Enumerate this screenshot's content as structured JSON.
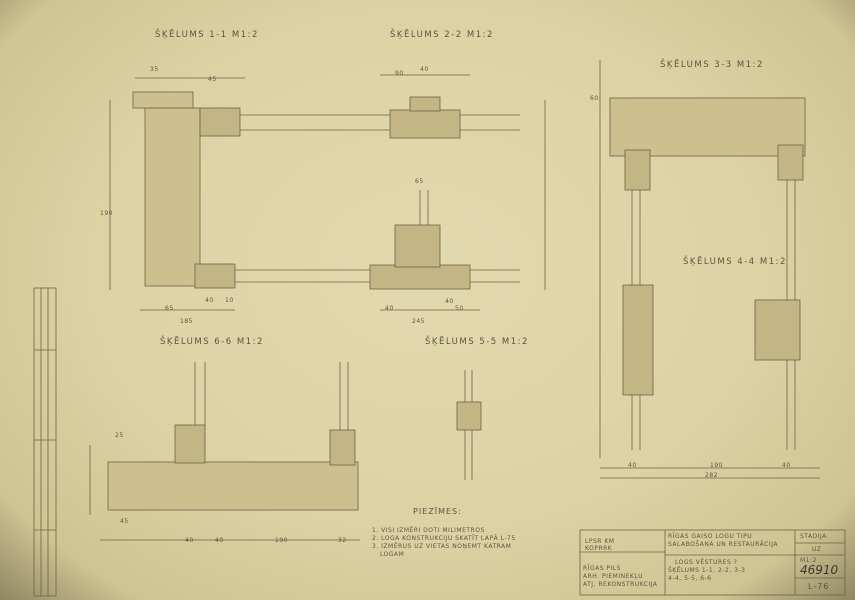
{
  "sections": [
    {
      "id": "1-1",
      "label": "ŠĶĒLUMS 1-1 M1:2"
    },
    {
      "id": "2-2",
      "label": "ŠĶĒLUMS 2-2 M1:2"
    },
    {
      "id": "3-3",
      "label": "ŠĶĒLUMS 3-3 M1:2"
    },
    {
      "id": "4-4",
      "label": "ŠĶĒLUMS 4-4 M1:2"
    },
    {
      "id": "5-5",
      "label": "ŠĶĒLUMS 5-5 M1:2"
    },
    {
      "id": "6-6",
      "label": "ŠĶĒLUMS 6-6 M1:2"
    }
  ],
  "dimensions": {
    "s1": [
      "35",
      "45",
      "190",
      "65",
      "185",
      "40",
      "10"
    ],
    "s2": [
      "40",
      "90",
      "65",
      "245",
      "40",
      "40",
      "50"
    ],
    "s3": [
      "40",
      "190",
      "40",
      "282",
      "60"
    ],
    "s6": [
      "25",
      "40",
      "40",
      "190",
      "32",
      "45"
    ]
  },
  "notes": {
    "heading": "PIEZĪMES:",
    "lines": [
      "1. VISI IZMĒRI DOTI MILIMETROS",
      "2. LOGA KONSTRUKCIJU SKATĪT LAPĀ L-75",
      "3. IZMĒRUS UZ VIETAS NOŅEMT KATRAM",
      "LOGAM"
    ]
  },
  "title_block": {
    "org": [
      "LPSR KM",
      "KOPRRK"
    ],
    "project": [
      "RĪGAS PILS",
      "ARH. PIEMINEKĻU",
      "ATJ. REKONSTRUKCIJA"
    ],
    "object": [
      "RĪGAS GAISO LOGU TIPU",
      "SALABOŠANA UN RESTAURĀCIJA"
    ],
    "sheet_title": [
      "LOGS VĒSTURES ?",
      "ŠĶĒLUMS 1-1, 2-2, 3-3",
      "4-4, 5-5, 6-6"
    ],
    "stage_label": "STADIJA",
    "stage": "UZ",
    "scale": "M1:2",
    "number": "46910",
    "sheet": "L-76"
  }
}
